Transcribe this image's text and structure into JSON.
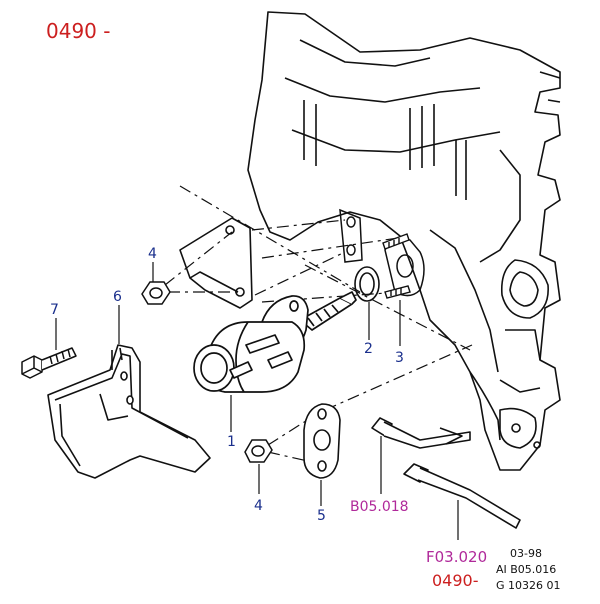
{
  "header": {
    "range_code": "0490 -"
  },
  "callouts": {
    "c1": "1",
    "c2": "2",
    "c3": "3",
    "c4a": "4",
    "c4b": "4",
    "c5": "5",
    "c6": "6",
    "c7": "7"
  },
  "references": {
    "ref_b05018": "B05.018",
    "ref_f03020": "F03.020"
  },
  "footer": {
    "date": "03-98",
    "ai_code": "AI B05.016",
    "g_code": "G 10326 01",
    "range_code": "0490-"
  },
  "colors": {
    "line": "#111111",
    "callout_blue": "#1a2f8c",
    "red": "#cc1f1f",
    "magenta": "#b0299a"
  }
}
